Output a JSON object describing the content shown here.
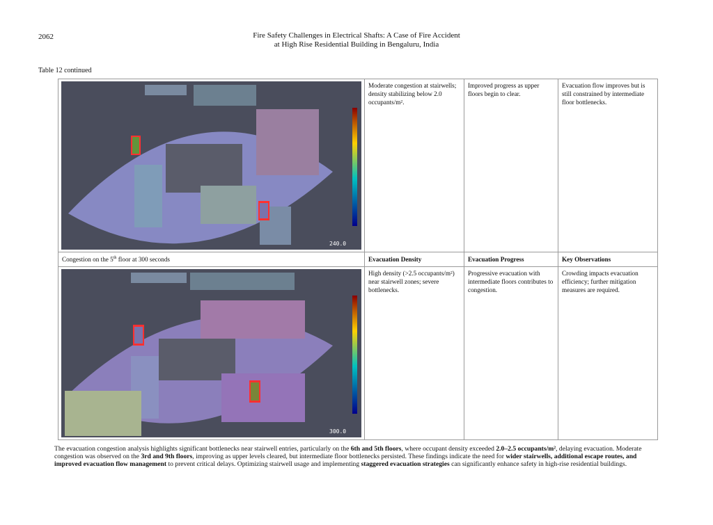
{
  "page_number": "2062",
  "running_head": {
    "line1": "Fire Safety Challenges in Electrical Shafts: A Case of Fire Accident",
    "line2": "at High Rise Residential Building in Bengaluru, India"
  },
  "table_caption": "Table 12 continued",
  "table": {
    "row1": {
      "density": "Moderate congestion at stairwells; density stabilizing below 2.0 occupants/m².",
      "progress": "Improved progress as upper floors begin to clear.",
      "observations": "Evacuation flow improves but is still constrained by intermediate floor bottlenecks.",
      "sim_time": "240.0"
    },
    "caption_row": {
      "caption_pre": "Congestion on the 5",
      "caption_sup": "th",
      "caption_post": " floor at 300 seconds",
      "h_density": "Evacuation Density",
      "h_progress": "Evacuation Progress",
      "h_observations": "Key Observations"
    },
    "row2": {
      "density": "High density (>2.5 occupants/m²) near stairwell zones; severe bottlenecks.",
      "progress": "Progressive evacuation with intermediate floors contributes to congestion.",
      "observations": "Crowding impacts evacuation efficiency; further mitigation measures are required.",
      "sim_time": "300.0"
    }
  },
  "paragraph": {
    "t1": "The evacuation congestion analysis highlights significant bottlenecks near stairwell entries, particularly on the ",
    "b1": "6th and 5th floors",
    "t2": ", where occupant density exceeded ",
    "b2": "2.0–2.5 occupants/m²",
    "t3": ", delaying evacuation. Moderate congestion was observed on the ",
    "b3": "3rd and 9th floors",
    "t4": ", improving as upper levels cleared, but intermediate floor bottlenecks persisted. These findings indicate the need for ",
    "b4": "wider stairwells, additional escape routes, and improved evacuation flow management",
    "t5": " to prevent critical delays. Optimizing stairwell usage and implementing ",
    "b5": "staggered evacuation strategies",
    "t6": " can significantly enhance safety in high-rise residential buildings."
  },
  "colors": {
    "background": "#4a4d5c",
    "legend_top": "#8b0000",
    "legend_bottom": "#00008b"
  }
}
